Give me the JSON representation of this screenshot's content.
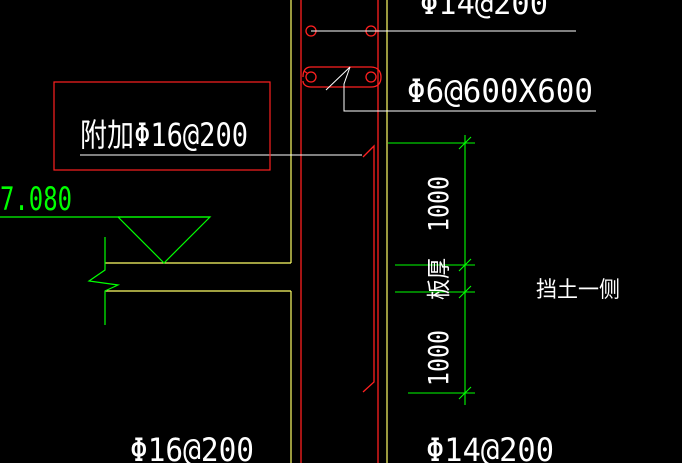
{
  "annotations": {
    "top_rebar": "Φ14@200",
    "tie_rebar": "Φ6@600X600",
    "additional_rebar": "附加Φ16@200",
    "elevation": "7.080",
    "bottom_left_rebar": "Φ16@200",
    "bottom_right_rebar": "Φ14@200",
    "soil_side": "挡土一侧",
    "dimension_upper": "1000",
    "dimension_middle": "板厚",
    "dimension_lower": "1000"
  },
  "colors": {
    "background": "#000000",
    "concrete_outline": "#ffff66",
    "rebar": "#ff2020",
    "leader_text": "#ffffff",
    "dimension": "#00ff00",
    "frame": "#ff2020"
  }
}
